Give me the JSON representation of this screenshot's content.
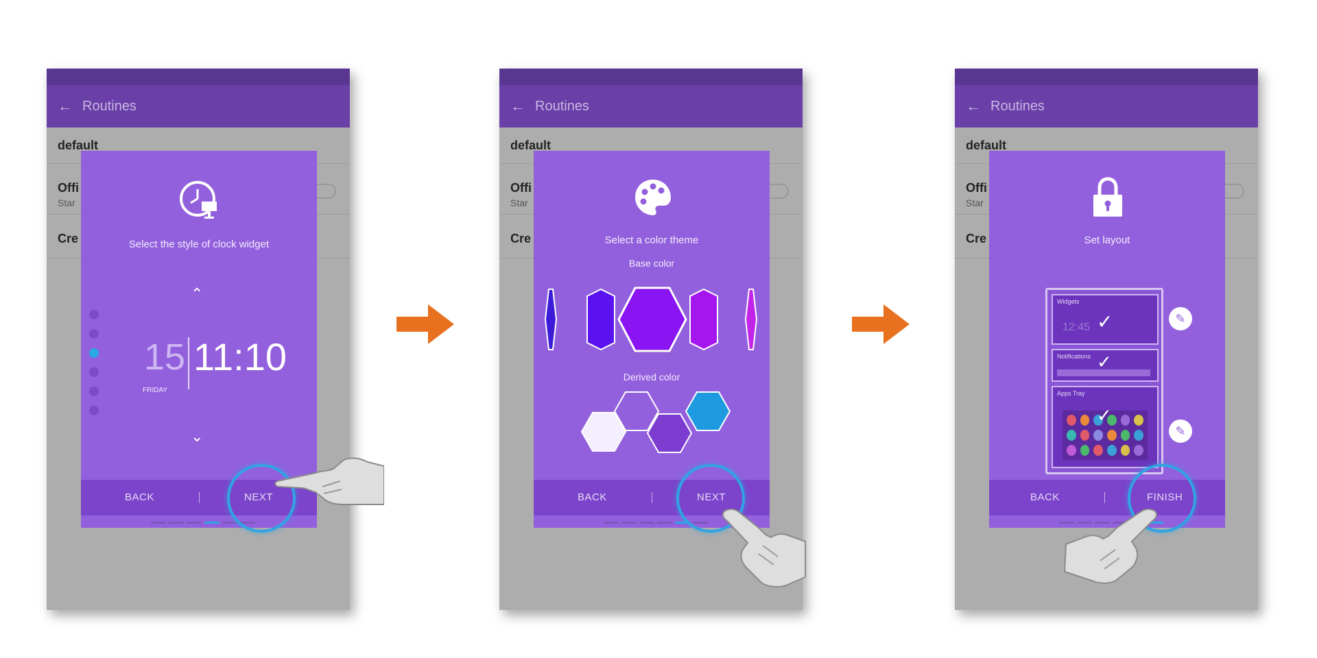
{
  "app": {
    "title": "Routines",
    "list": {
      "item1": "default",
      "item2": "Offi",
      "item2_sub": "Star",
      "item3": "Cre"
    }
  },
  "screens": [
    {
      "title": "Select the style of clock widget",
      "icon": "clock-widget-icon",
      "clock": {
        "day_number": "15",
        "day_name": "FRIDAY",
        "time": "11:10"
      },
      "back_label": "BACK",
      "next_label": "NEXT",
      "active_page": 4
    },
    {
      "title": "Select a color theme",
      "icon": "palette-icon",
      "base_label": "Base color",
      "derived_label": "Derived color",
      "base_colors": [
        "#3c1bd8",
        "#5a12f0",
        "#8a14f2",
        "#a515ee",
        "#c224e8"
      ],
      "derived_colors": [
        "#f4eefe",
        "#9360dd",
        "#7c3ccf",
        "#1e9ae0"
      ],
      "back_label": "BACK",
      "next_label": "NEXT",
      "active_page": 5
    },
    {
      "title": "Set layout",
      "icon": "lock-icon",
      "cards": [
        {
          "label": "Widgets",
          "clock_hint": "12:45"
        },
        {
          "label": "Notifications"
        },
        {
          "label": "Apps Tray"
        }
      ],
      "back_label": "BACK",
      "finish_label": "FINISH",
      "active_page": 6
    }
  ],
  "colors": {
    "app_bar": "#6a3fa7",
    "dialog": "#9360dd",
    "footer": "#7c44cb",
    "accent_ring": "#31a4e2",
    "flow_arrow": "#e8711f"
  }
}
